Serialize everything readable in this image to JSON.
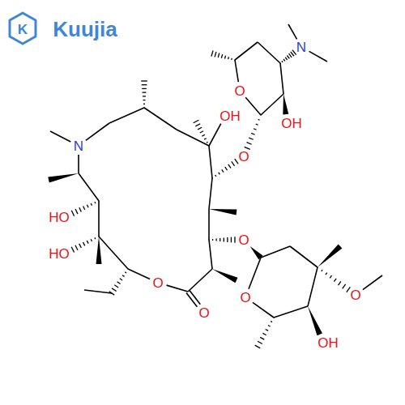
{
  "diagram": {
    "labels": [
      "K",
      "Kuujia",
      "N",
      "O",
      "OH",
      "OH",
      "N",
      "O",
      "HO",
      "O",
      "HO",
      "O",
      "O",
      "O",
      "O",
      "OH"
    ]
  }
}
